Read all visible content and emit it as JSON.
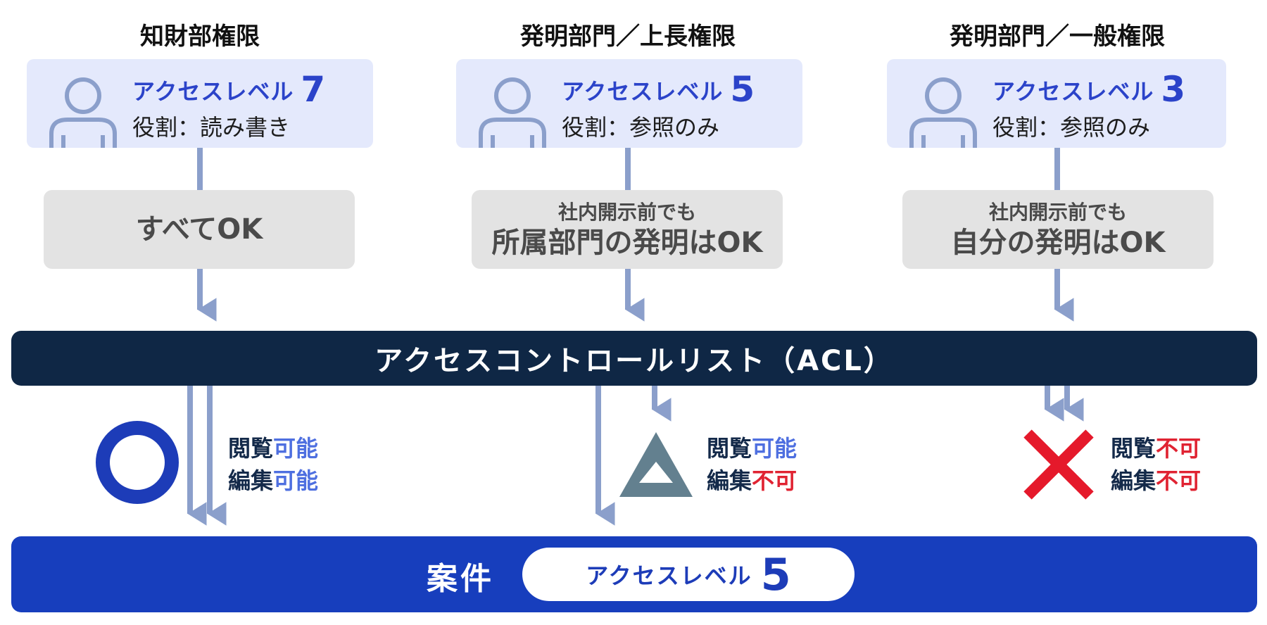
{
  "columns": [
    {
      "title": "知財部権限",
      "level_label": "アクセスレベル",
      "level_value": "7",
      "role": "役割：読み書き",
      "permission_lines": [
        "すべてOK"
      ]
    },
    {
      "title": "発明部門／上長権限",
      "level_label": "アクセスレベル",
      "level_value": "5",
      "role": "役割：参照のみ",
      "permission_lines": [
        "社内開示前でも",
        "所属部門の発明はOK"
      ]
    },
    {
      "title": "発明部門／一般権限",
      "level_label": "アクセスレベル",
      "level_value": "3",
      "role": "役割：参照のみ",
      "permission_lines": [
        "社内開示前でも",
        "自分の発明はOK"
      ]
    }
  ],
  "acl_label": "アクセスコントロールリスト（ACL）",
  "results": [
    {
      "symbol": "circle-icon",
      "symbol_color": "#1d3cb8",
      "view_label": "閲覧",
      "view_status": "可能",
      "edit_label": "編集",
      "edit_status": "可能"
    },
    {
      "symbol": "triangle-icon",
      "symbol_color": "#63808f",
      "view_label": "閲覧",
      "view_status": "可能",
      "edit_label": "編集",
      "edit_status": "不可"
    },
    {
      "symbol": "cross-icon",
      "symbol_color": "#e5192b",
      "view_label": "閲覧",
      "view_status": "不可",
      "edit_label": "編集",
      "edit_status": "不可"
    }
  ],
  "case": {
    "label": "案件",
    "level_label": "アクセスレベル",
    "level_value": "5"
  },
  "colors": {
    "card_bg": "#e4e9fc",
    "accent": "#2b43c9",
    "acl_bar": "#0f2745",
    "case_bar": "#173ebd",
    "arrow": "#8b9fcb",
    "ok": "#4e6fe0",
    "ng": "#e02332"
  }
}
